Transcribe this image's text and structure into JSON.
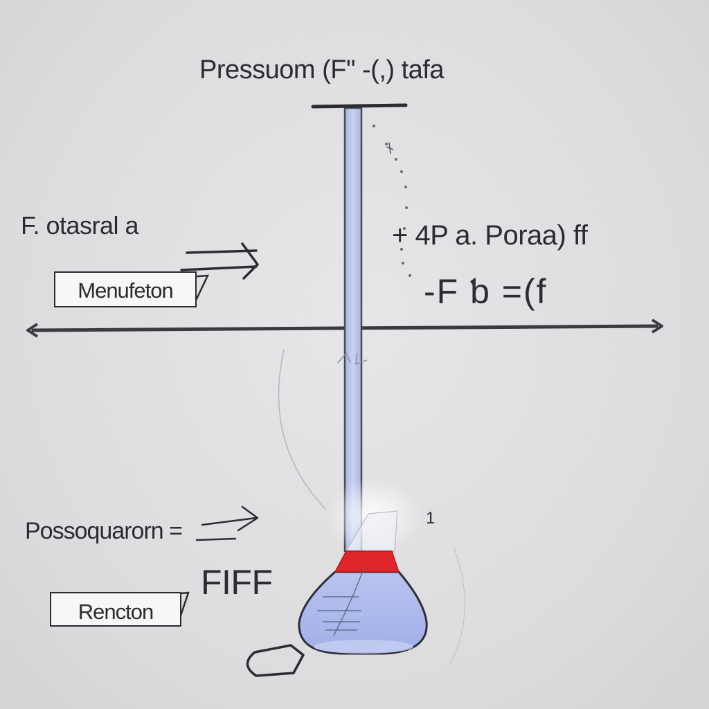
{
  "diagram": {
    "title": "Pressuom (F\" -(,) tafa",
    "labels": {
      "left_top": "F. otasral  a",
      "right_mid": "+ 4P a.  Poraa)  ff",
      "right_lower": "-F ƅ =(f",
      "left_bottom": "Possoquarorn  =",
      "fiff": "FIFF",
      "tick": "1"
    },
    "boxes": {
      "top": "Menufeton",
      "bottom": "Rencton"
    },
    "colors": {
      "tube": "#b8c3e6",
      "liquid": "#aab8ea",
      "band": "#e0262a",
      "ink": "#2b2b30"
    }
  }
}
